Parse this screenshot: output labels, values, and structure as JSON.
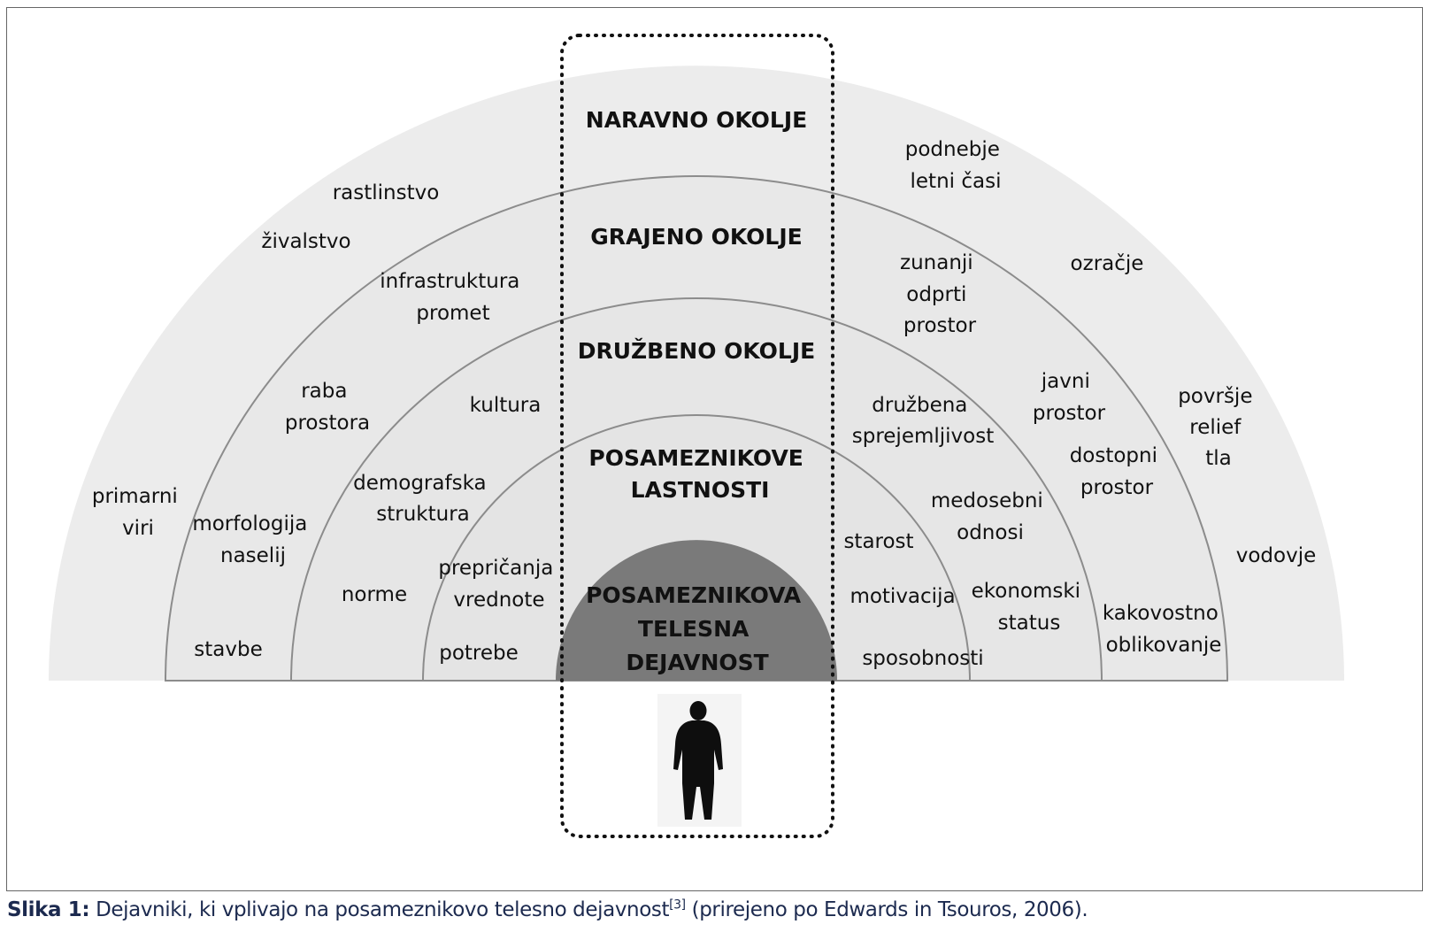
{
  "rings": {
    "naravno": "NARAVNO OKOLJE",
    "grajeno": "GRAJENO OKOLJE",
    "druzbeno": "DRUŽBENO OKOLJE",
    "posameznikove": [
      "POSAMEZNIKOVE",
      "LASTNOSTI"
    ],
    "center": [
      "POSAMEZNIKOVA",
      "TELESNA",
      "DEJAVNOST"
    ]
  },
  "factors": {
    "rastlinstvo": [
      "rastlinstvo"
    ],
    "zivalstvo": [
      "živalstvo"
    ],
    "podnebje": [
      "podnebje",
      "letni časi"
    ],
    "ozracje": [
      "ozračje"
    ],
    "povrsje": [
      "površje",
      "relief",
      "tla"
    ],
    "vodovje": [
      "vodovje"
    ],
    "primarni": [
      "primarni",
      "viri"
    ],
    "infrastruktura": [
      "infrastruktura",
      "promet"
    ],
    "zunanji": [
      "zunanji",
      "odprti",
      "prostor"
    ],
    "raba": [
      "raba",
      "prostora"
    ],
    "javni": [
      "javni",
      "prostor"
    ],
    "dostopni": [
      "dostopni",
      "prostor"
    ],
    "morfologija": [
      "morfologija",
      "naselij"
    ],
    "stavbe": [
      "stavbe"
    ],
    "kakovostno": [
      "kakovostno",
      "oblikovanje"
    ],
    "kultura": [
      "kultura"
    ],
    "druzbena": [
      "družbena",
      "sprejemljivost"
    ],
    "demografska": [
      "demografska",
      "struktura"
    ],
    "medosebni": [
      "medosebni",
      "odnosi"
    ],
    "norme": [
      "norme"
    ],
    "ekonomski": [
      "ekonomski",
      "status"
    ],
    "preprican": [
      "prepričanja",
      "vrednote"
    ],
    "potrebe": [
      "potrebe"
    ],
    "starost": [
      "starost"
    ],
    "motivacija": [
      "motivacija"
    ],
    "sposobnosti": [
      "sposobnosti"
    ]
  },
  "icons": {
    "person": "person-silhouette-icon"
  },
  "colors": {
    "outer_band": "#ececec",
    "inner_band": "#e6e6e6",
    "center_disk": "#7a7a7a",
    "arc_line": "#8c8c8c",
    "dotted_frame": "#111111",
    "caption": "#1c2a4f"
  },
  "caption": {
    "label": "Slika 1:",
    "text": "Dejavniki, ki vplivajo na posameznikovo telesno dejavnost",
    "ref": "[3]",
    "tail": "(prirejeno po Edwards in Tsouros, 2006)."
  }
}
